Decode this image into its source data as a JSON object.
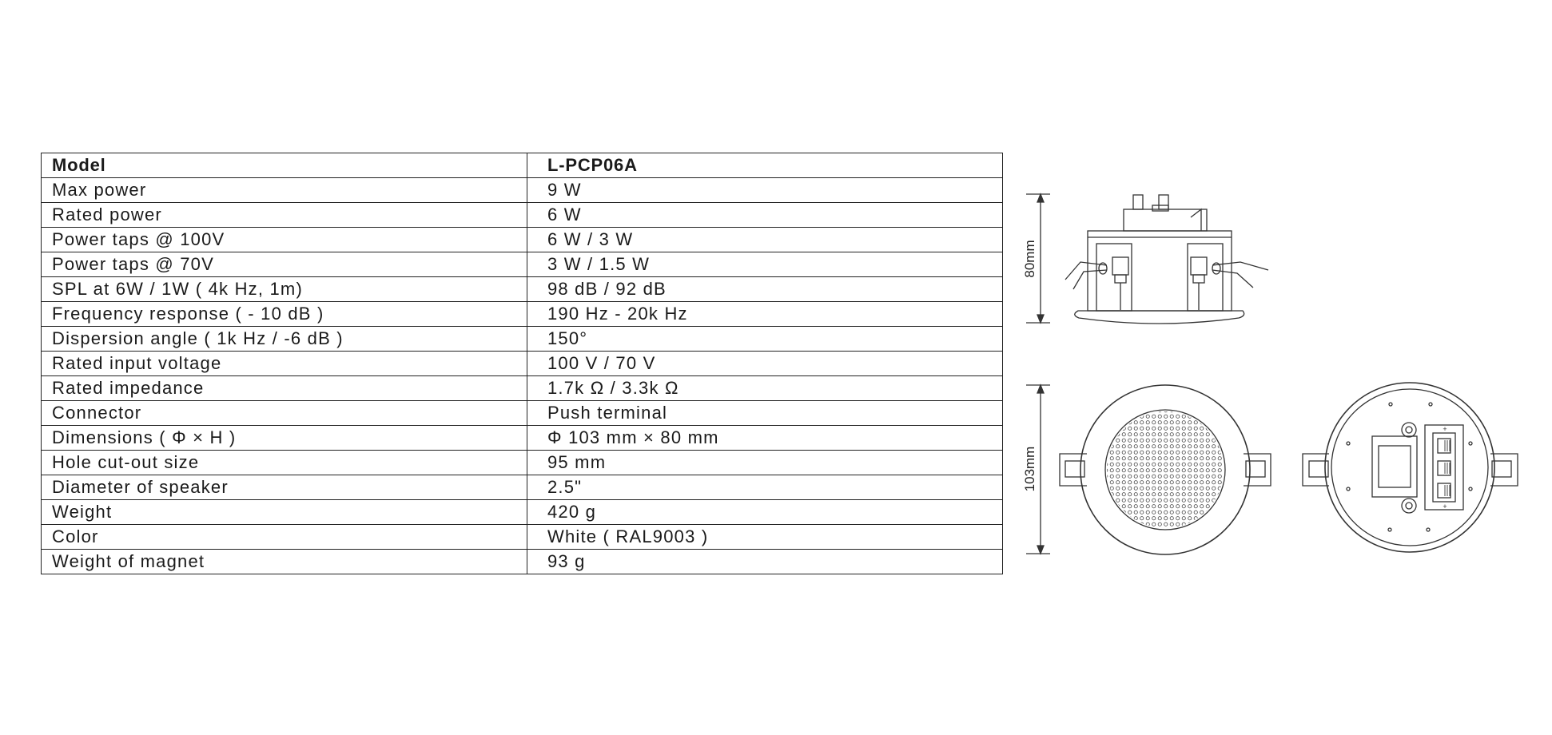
{
  "spec_table": {
    "header": {
      "label": "Model",
      "value": "L-PCP06A"
    },
    "rows": [
      {
        "label": "Max power",
        "value": "9 W"
      },
      {
        "label": "Rated power",
        "value": "6 W"
      },
      {
        "label": "Power taps @ 100V",
        "value": "6 W / 3 W"
      },
      {
        "label": "Power taps @ 70V",
        "value": "3 W / 1.5 W"
      },
      {
        "label": "SPL at 6W / 1W ( 4k Hz, 1m)",
        "value": "98 dB / 92 dB"
      },
      {
        "label": "Frequency response ( - 10 dB )",
        "value": "190 Hz - 20k Hz"
      },
      {
        "label": "Dispersion angle ( 1k Hz / -6 dB )",
        "value": "150°"
      },
      {
        "label": "Rated input voltage",
        "value": "100 V / 70 V"
      },
      {
        "label": "Rated impedance",
        "value": "1.7k Ω / 3.3k Ω"
      },
      {
        "label": "Connector",
        "value": "Push terminal"
      },
      {
        "label": "Dimensions ( Φ × H )",
        "value": "Φ 103 mm × 80 mm"
      },
      {
        "label": "Hole cut-out size",
        "value": "95 mm"
      },
      {
        "label": "Diameter of speaker",
        "value": "2.5\""
      },
      {
        "label": "Weight",
        "value": "420 g"
      },
      {
        "label": "Color",
        "value": "White ( RAL9003 )"
      },
      {
        "label": "Weight of magnet",
        "value": "93 g"
      }
    ]
  },
  "drawings": {
    "height_dimension": "80mm",
    "diameter_dimension": "103mm",
    "views": [
      "side-view",
      "front-view",
      "rear-view"
    ]
  }
}
